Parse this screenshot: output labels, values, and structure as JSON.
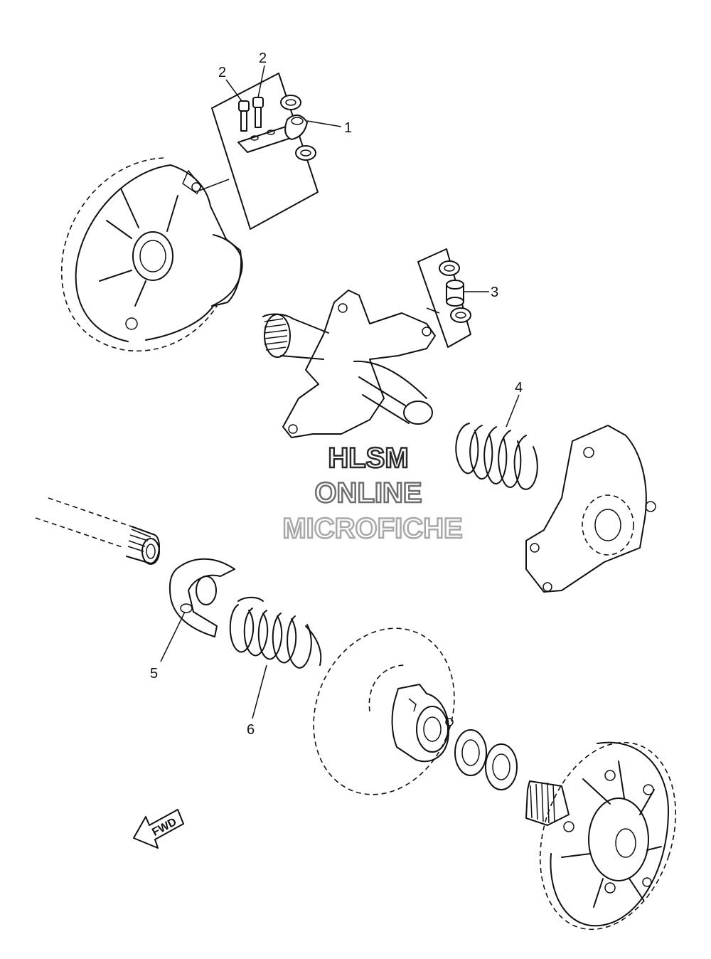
{
  "callouts": [
    {
      "number": "1"
    },
    {
      "number": "2"
    },
    {
      "number": "2"
    },
    {
      "number": "3"
    },
    {
      "number": "4"
    },
    {
      "number": "5"
    },
    {
      "number": "6"
    }
  ],
  "watermark": {
    "line1": "HLSM",
    "line2": "ONLINE",
    "line3": "MICROFICHE",
    "colors": [
      "#2b2b2b",
      "#6e6e6e",
      "#a8a8a8"
    ]
  },
  "fwd_label": "FWD"
}
